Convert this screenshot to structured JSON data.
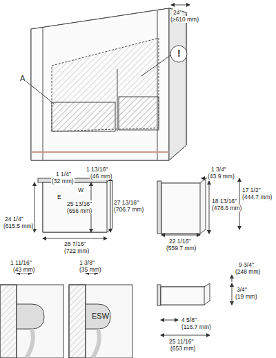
{
  "diagram": {
    "labels": [
      "24\"",
      "(≥610 mm)",
      "A",
      "!",
      "1 1/4\"",
      "(32 mm)",
      "1 13/16\"",
      "(46 mm)",
      "E",
      "W",
      "25 13/16\"",
      "(656 mm)",
      "27 13/16\"",
      "(706.7 mm)",
      "24 1/4\"",
      "(615.5 mm)",
      "28 7/16\"",
      "(722 mm)",
      "1 3/4\"",
      "(43.9 mm)",
      "18 13/16\"",
      "(478.6 mm)",
      "17 1/2\"",
      "(444.7 mm)",
      "22 1/16\"",
      "(559.7 mm)",
      "9 3/4\"",
      "(248 mm)",
      "3/4\"",
      "(19 mm)",
      "4 5/8\"",
      "(116.7 mm)",
      "25 11/16\"",
      "(653 mm)",
      "1 11/16\"",
      "(43 mm)",
      "1 3/8\"",
      "(35 mm)",
      "ESW"
    ]
  }
}
